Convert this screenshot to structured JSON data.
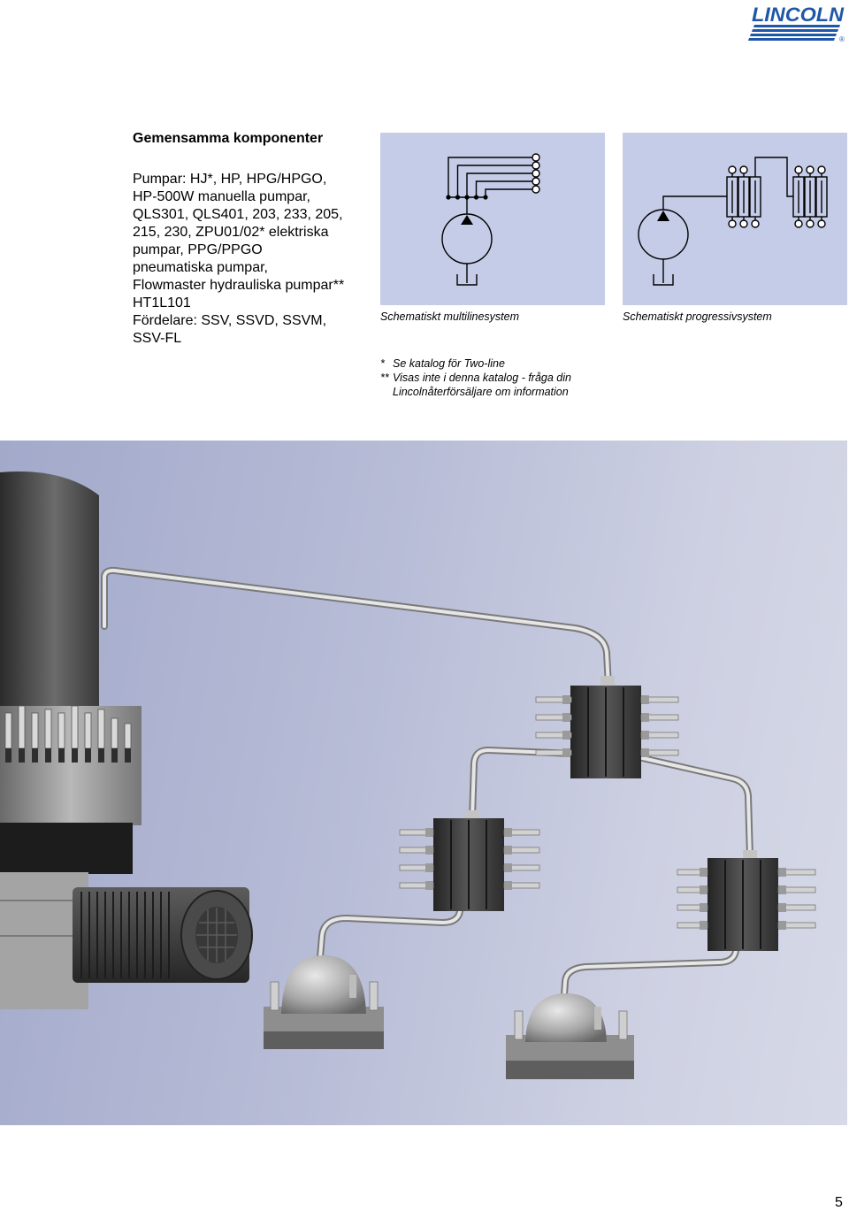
{
  "logo": {
    "text": "LINCOLN",
    "registered": "®"
  },
  "section": {
    "heading": "Gemensamma komponenter",
    "lines": [
      "Pumpar: HJ*, HP, HPG/HPGO,",
      "HP-500W manuella pumpar,",
      "QLS301, QLS401, 203, 233, 205,",
      "215, 230, ZPU01/02* elektriska",
      "pumpar, PPG/PPGO",
      "pneumatiska pumpar,",
      "Flowmaster hydrauliska pumpar**",
      "HT1L101",
      "Fördelare: SSV, SSVD, SSVM,",
      "SSV-FL"
    ]
  },
  "diagrams": [
    {
      "caption": "Schematiskt multilinesystem"
    },
    {
      "caption": "Schematiskt progressivsystem"
    }
  ],
  "footnotes": [
    {
      "marker": "*",
      "text": "Se katalog för Two-line"
    },
    {
      "marker": "**",
      "text": "Visas inte i denna katalog - fråga din"
    },
    {
      "marker": "",
      "text": "Lincolnåterförsäljare om information"
    }
  ],
  "page_number": "5",
  "colors": {
    "logo_blue": "#1f57a8",
    "diagram_panel": "#c5cce8"
  }
}
